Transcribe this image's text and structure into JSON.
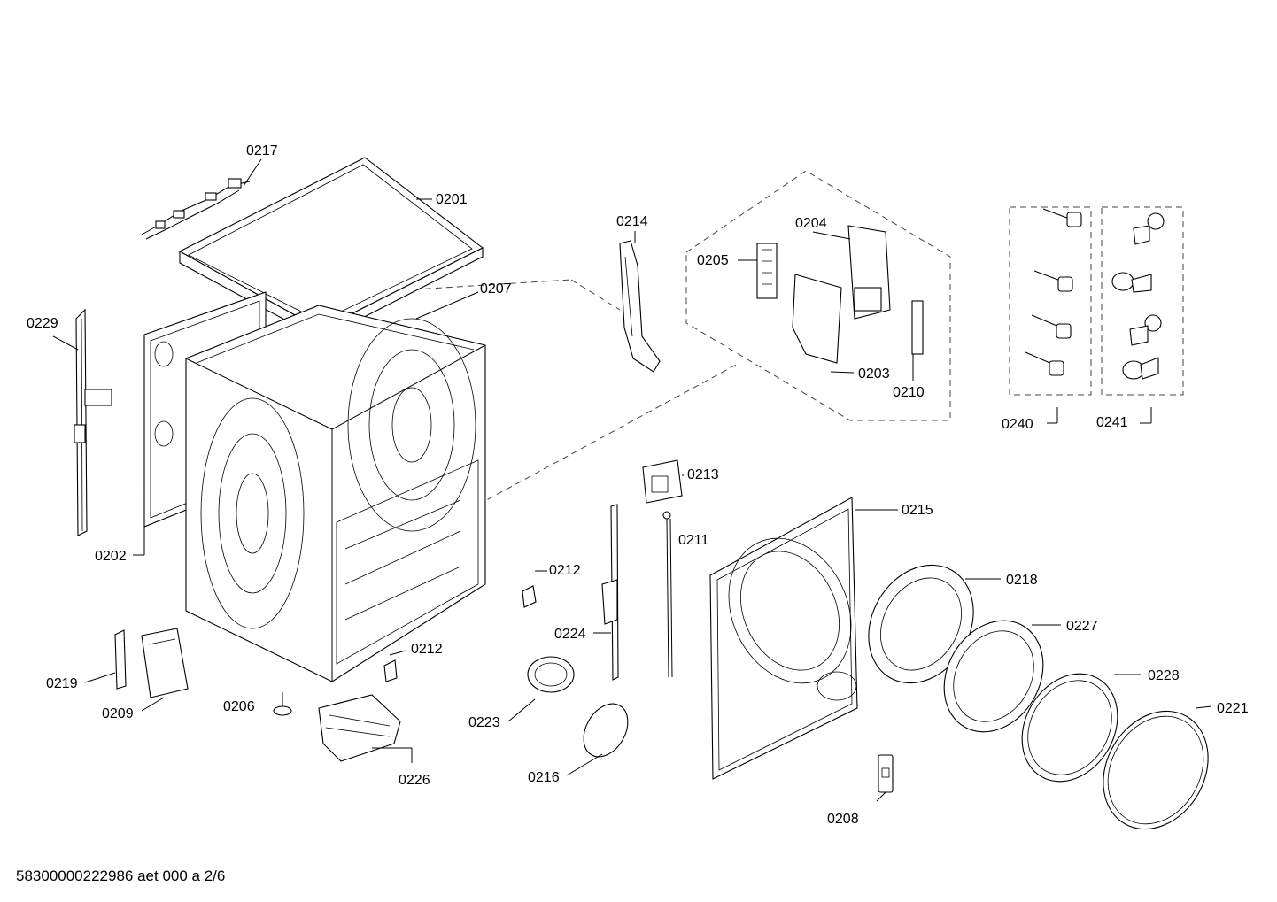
{
  "document": {
    "code": "58300000222986 aet 000 a 2/6"
  },
  "parts": {
    "p0201": "0201",
    "p0202": "0202",
    "p0203": "0203",
    "p0204": "0204",
    "p0205": "0205",
    "p0206": "0206",
    "p0207": "0207",
    "p0208": "0208",
    "p0209": "0209",
    "p0210": "0210",
    "p0211": "0211",
    "p0212a": "0212",
    "p0212b": "0212",
    "p0213": "0213",
    "p0214": "0214",
    "p0215": "0215",
    "p0216": "0216",
    "p0217": "0217",
    "p0218": "0218",
    "p0219": "0219",
    "p0221": "0221",
    "p0223": "0223",
    "p0224": "0224",
    "p0226": "0226",
    "p0227": "0227",
    "p0228": "0228",
    "p0229": "0229",
    "p0240": "0240",
    "p0241": "0241"
  }
}
